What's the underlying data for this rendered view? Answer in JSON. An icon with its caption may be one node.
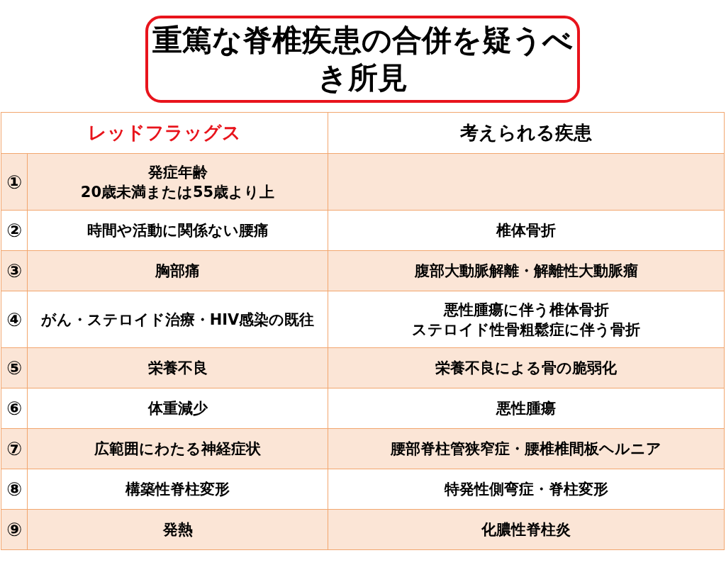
{
  "diagram": {
    "title": "重篤な脊椎疾患の合併を疑うべき所見",
    "labels": [
      "レッドフラッグス",
      "考えられる疾患",
      "①",
      "発症年齢",
      "20歳未満または55歳より上",
      "②",
      "時間や活動に関係ない腰痛",
      "椎体骨折",
      "③",
      "胸部痛",
      "腹部大動脈解離・解離性大動脈瘤",
      "④",
      "がん・ステロイド治療・HIV感染の既往",
      "悪性腫瘍に伴う椎体骨折",
      "ステロイド性骨粗鬆症に伴う骨折",
      "⑤",
      "栄養不良",
      "栄養不良による骨の脆弱化",
      "⑥",
      "体重減少",
      "悪性腫瘍",
      "⑦",
      "広範囲にわたる神経症状",
      "腰部脊柱管狭窄症・腰椎椎間板ヘルニア",
      "⑧",
      "構築性脊柱変形",
      "特発性側弯症・脊柱変形",
      "⑨",
      "発熱",
      "化膿性脊柱炎"
    ]
  }
}
